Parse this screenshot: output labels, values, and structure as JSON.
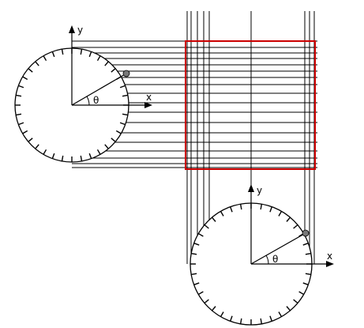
{
  "labels": {
    "axis_x": "x",
    "axis_y": "y",
    "angle": "θ"
  },
  "colors": {
    "ink": "#000000",
    "highlight": "#cc0000",
    "marker": "#777777"
  },
  "circle_ticks": 36,
  "projection_lines": 12
}
